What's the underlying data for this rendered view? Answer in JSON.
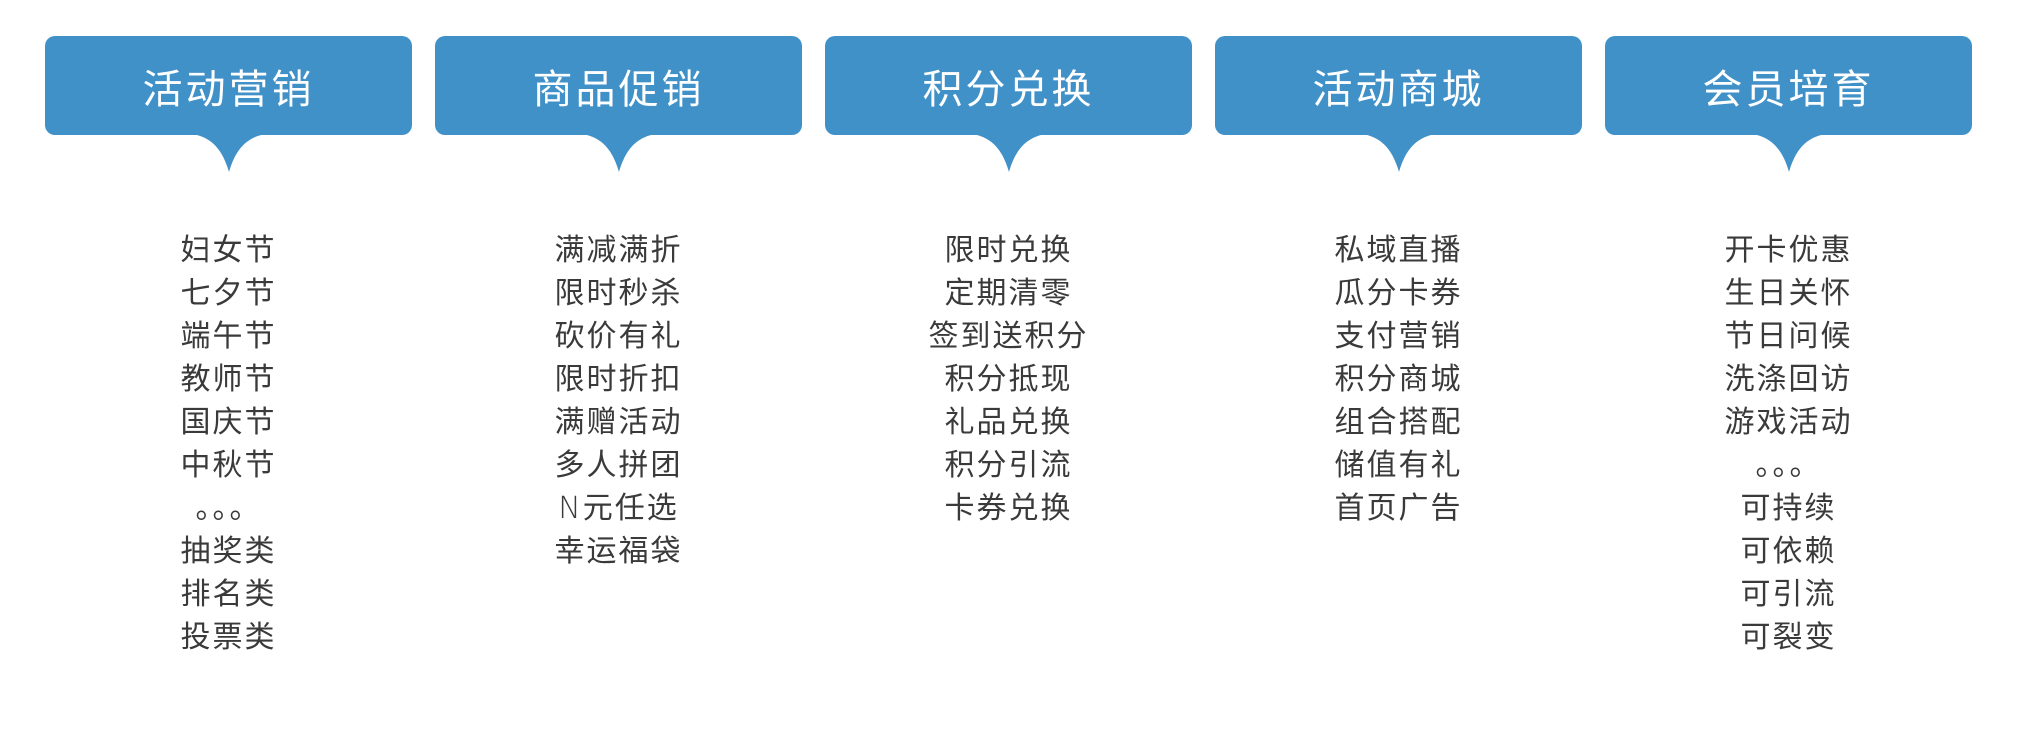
{
  "colors": {
    "accent": "#4191c9",
    "text": "#3a3a3a",
    "tab_text": "#ffffff",
    "background": "#ffffff"
  },
  "columns": [
    {
      "title": "活动营销",
      "items": [
        "妇女节",
        "七夕节",
        "端午节",
        "教师节",
        "国庆节",
        "中秋节",
        "。。。",
        "抽奖类",
        "排名类",
        "投票类"
      ]
    },
    {
      "title": "商品促销",
      "items": [
        "满减满折",
        "限时秒杀",
        "砍价有礼",
        "限时折扣",
        "满赠活动",
        "多人拼团",
        "N元任选",
        "幸运福袋"
      ]
    },
    {
      "title": "积分兑换",
      "items": [
        "限时兑换",
        "定期清零",
        "签到送积分",
        "积分抵现",
        "礼品兑换",
        "积分引流",
        "卡券兑换"
      ]
    },
    {
      "title": "活动商城",
      "items": [
        "私域直播",
        "瓜分卡券",
        "支付营销",
        "积分商城",
        "组合搭配",
        "储值有礼",
        "首页广告"
      ]
    },
    {
      "title": "会员培育",
      "items": [
        "开卡优惠",
        "生日关怀",
        "节日问候",
        "洗涤回访",
        "游戏活动",
        "。。。",
        "可持续",
        "可依赖",
        "可引流",
        "可裂变"
      ]
    }
  ]
}
